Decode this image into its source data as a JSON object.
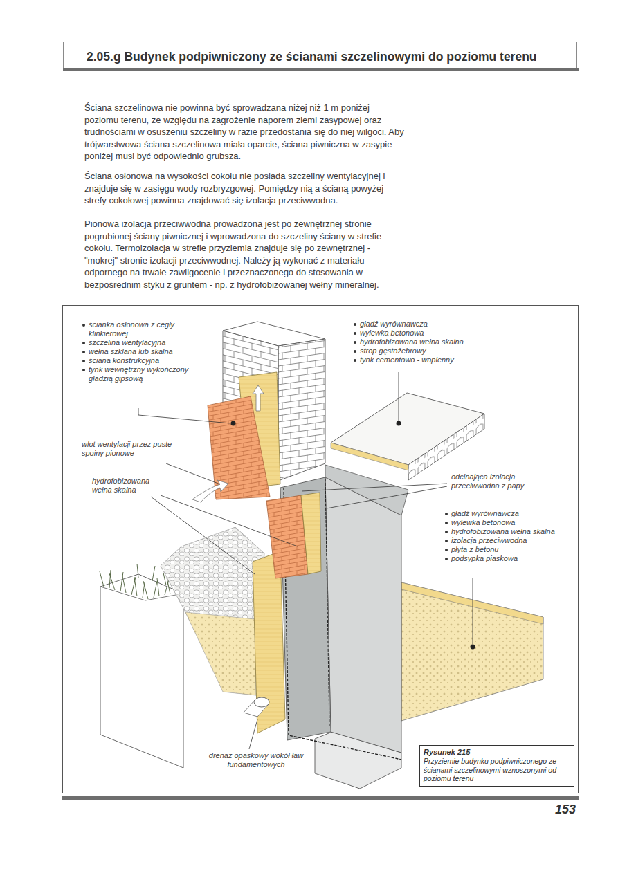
{
  "diagram": {
    "title": "2.05.g Budynek podpiwniczony ze ścianami szczelinowymi do poziomu terenu",
    "nodes": [
      {
        "text": [
          "Rysunek 215",
          "Przyziemie budynku podpiwniczonego ze ścianami szczelinowymi wznoszonymi od poziomu terenu"
        ]
      }
    ],
    "labels": [
      "Ściana szczelinowa nie powinna być sprowadzana niżej niż 1 m poniżej poziomu terenu, ze względu na zagrożenie naporem ziemi zasypowej oraz trudnościami w osuszeniu szczeliny w razie przedostania się do niej wilgoci. Aby trójwarstwowa ściana szczelinowa miała oparcie, ściana piwniczna w zasypie poniżej musi być odpowiednio grubsza.",
      "Ściana osłonowa na wysokości cokołu nie posiada szczeliny wentylacyjnej i znajduje się w zasięgu wody rozbryzgowej. Pomiędzy nią a ścianą powyżej strefy cokołowej powinna znajdować się izolacja przeciwwodna.",
      "Pionowa izolacja przeciwwodna prowadzona jest po zewnętrznej stronie pogrubionej ściany piwnicznej i wprowadzona do szczeliny ściany w strefie cokołu. Termoizolacja w strefie przyziemia znajduje się po zewnętrznej - \"mokrej\" stronie izolacji przeciwwodnej. Należy ją wykonać z materiału odpornego na trwałe zawilgocenie i przeznaczonego do stosowania w bezpośrednim styku z gruntem - np. z hydrofobizowanej wełny mineralnej.",
      "ścianka osłonowa z cegły klinkierowej",
      "szczelina wentylacyjna",
      "wełna szklana lub skalna",
      "ściana konstrukcyjna",
      "tynk wewnętrzny wykończony gładzią gipsową",
      "gładź wyrównawcza",
      "wylewka betonowa",
      "hydrofobizowana wełna skalna",
      "strop gęstożebrowy",
      "tynk cementowo - wapienny",
      "wlot wentylacji przez puste spoiny pionowe",
      "hydrofobizowana wełna skalna",
      "odcinająca izolacja przeciwwodna z papy",
      "gładź wyrównawcza",
      "wylewka betonowa",
      "hydrofobizowana wełna skalna",
      "izolacja przeciwwodna",
      "płyta z betonu",
      "podsypka piaskowa",
      "drenaż opaskowy wokół ław fundamentowych",
      "153"
    ]
  }
}
